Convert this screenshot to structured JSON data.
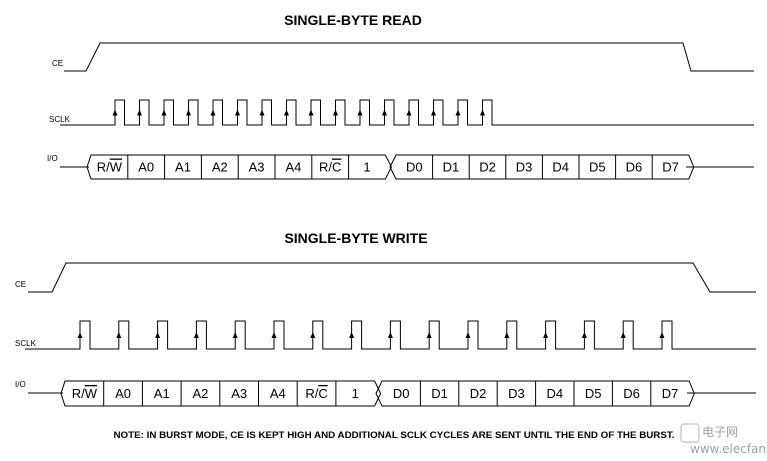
{
  "read": {
    "title": "SINGLE-BYTE READ",
    "labels": {
      "ce": "CE",
      "sclk": "SCLK",
      "io": "I/O"
    },
    "cells_left": [
      {
        "text": "R/",
        "over": "W"
      },
      {
        "text": "A0"
      },
      {
        "text": "A1"
      },
      {
        "text": "A2"
      },
      {
        "text": "A3"
      },
      {
        "text": "A4"
      },
      {
        "text": "R/",
        "over": "C"
      },
      {
        "text": "1"
      }
    ],
    "cells_right": [
      {
        "text": "D0"
      },
      {
        "text": "D1"
      },
      {
        "text": "D2"
      },
      {
        "text": "D3"
      },
      {
        "text": "D4"
      },
      {
        "text": "D5"
      },
      {
        "text": "D6"
      },
      {
        "text": "D7"
      }
    ]
  },
  "write": {
    "title": "SINGLE-BYTE WRITE",
    "labels": {
      "ce": "CE",
      "sclk": "SCLK",
      "io": "I/O"
    },
    "cells_left": [
      {
        "text": "R/",
        "over": "W"
      },
      {
        "text": "A0"
      },
      {
        "text": "A1"
      },
      {
        "text": "A2"
      },
      {
        "text": "A3"
      },
      {
        "text": "A4"
      },
      {
        "text": "R/",
        "over": "C"
      },
      {
        "text": "1"
      }
    ],
    "cells_right": [
      {
        "text": "D0"
      },
      {
        "text": "D1"
      },
      {
        "text": "D2"
      },
      {
        "text": "D3"
      },
      {
        "text": "D4"
      },
      {
        "text": "D5"
      },
      {
        "text": "D6"
      },
      {
        "text": "D7"
      }
    ]
  },
  "note": "NOTE: IN BURST MODE, CE IS KEPT HIGH AND ADDITIONAL SCLK CYCLES ARE SENT UNTIL THE END OF THE BURST.",
  "watermark": {
    "text_cn": "电子网",
    "text_en": "www.elecfans.com"
  },
  "colors": {
    "ink": "#000000",
    "background": "#ffffff",
    "watermark": "#9aa3ab"
  }
}
